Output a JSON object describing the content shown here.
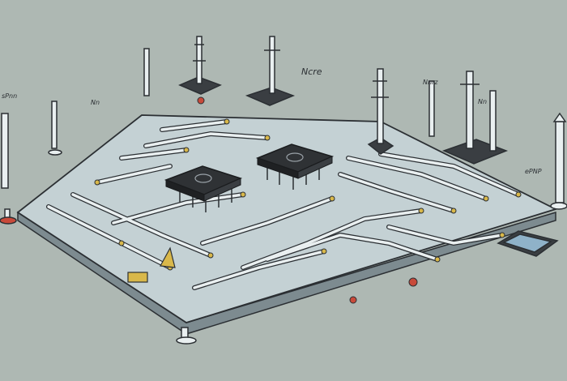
{
  "scene": {
    "colors": {
      "background": "#aeb8b3",
      "board": "#c4d1d4",
      "board_edge": "#6f7d82",
      "trace": "#e9eff0",
      "outline": "#2b2f33",
      "chip": "#2f3235",
      "pad": "#d9b84a",
      "led": "#c84a3a"
    },
    "labels": {
      "top_center": "Ncre",
      "left_top": "sPnn",
      "left_mid": "Nn",
      "right_top": "Nnrz",
      "right_mid": "Nn",
      "right_lower": "ePNP"
    },
    "components": [
      {
        "name": "microchip",
        "icon": "microchip-icon"
      },
      {
        "name": "microchip",
        "icon": "microchip-icon"
      },
      {
        "name": "antenna",
        "icon": "antenna-icon"
      },
      {
        "name": "antenna",
        "icon": "antenna-icon"
      },
      {
        "name": "antenna",
        "icon": "antenna-icon"
      },
      {
        "name": "antenna",
        "icon": "antenna-icon"
      },
      {
        "name": "display-module",
        "icon": "display-icon"
      },
      {
        "name": "warning-sign",
        "icon": "warning-icon"
      }
    ]
  }
}
